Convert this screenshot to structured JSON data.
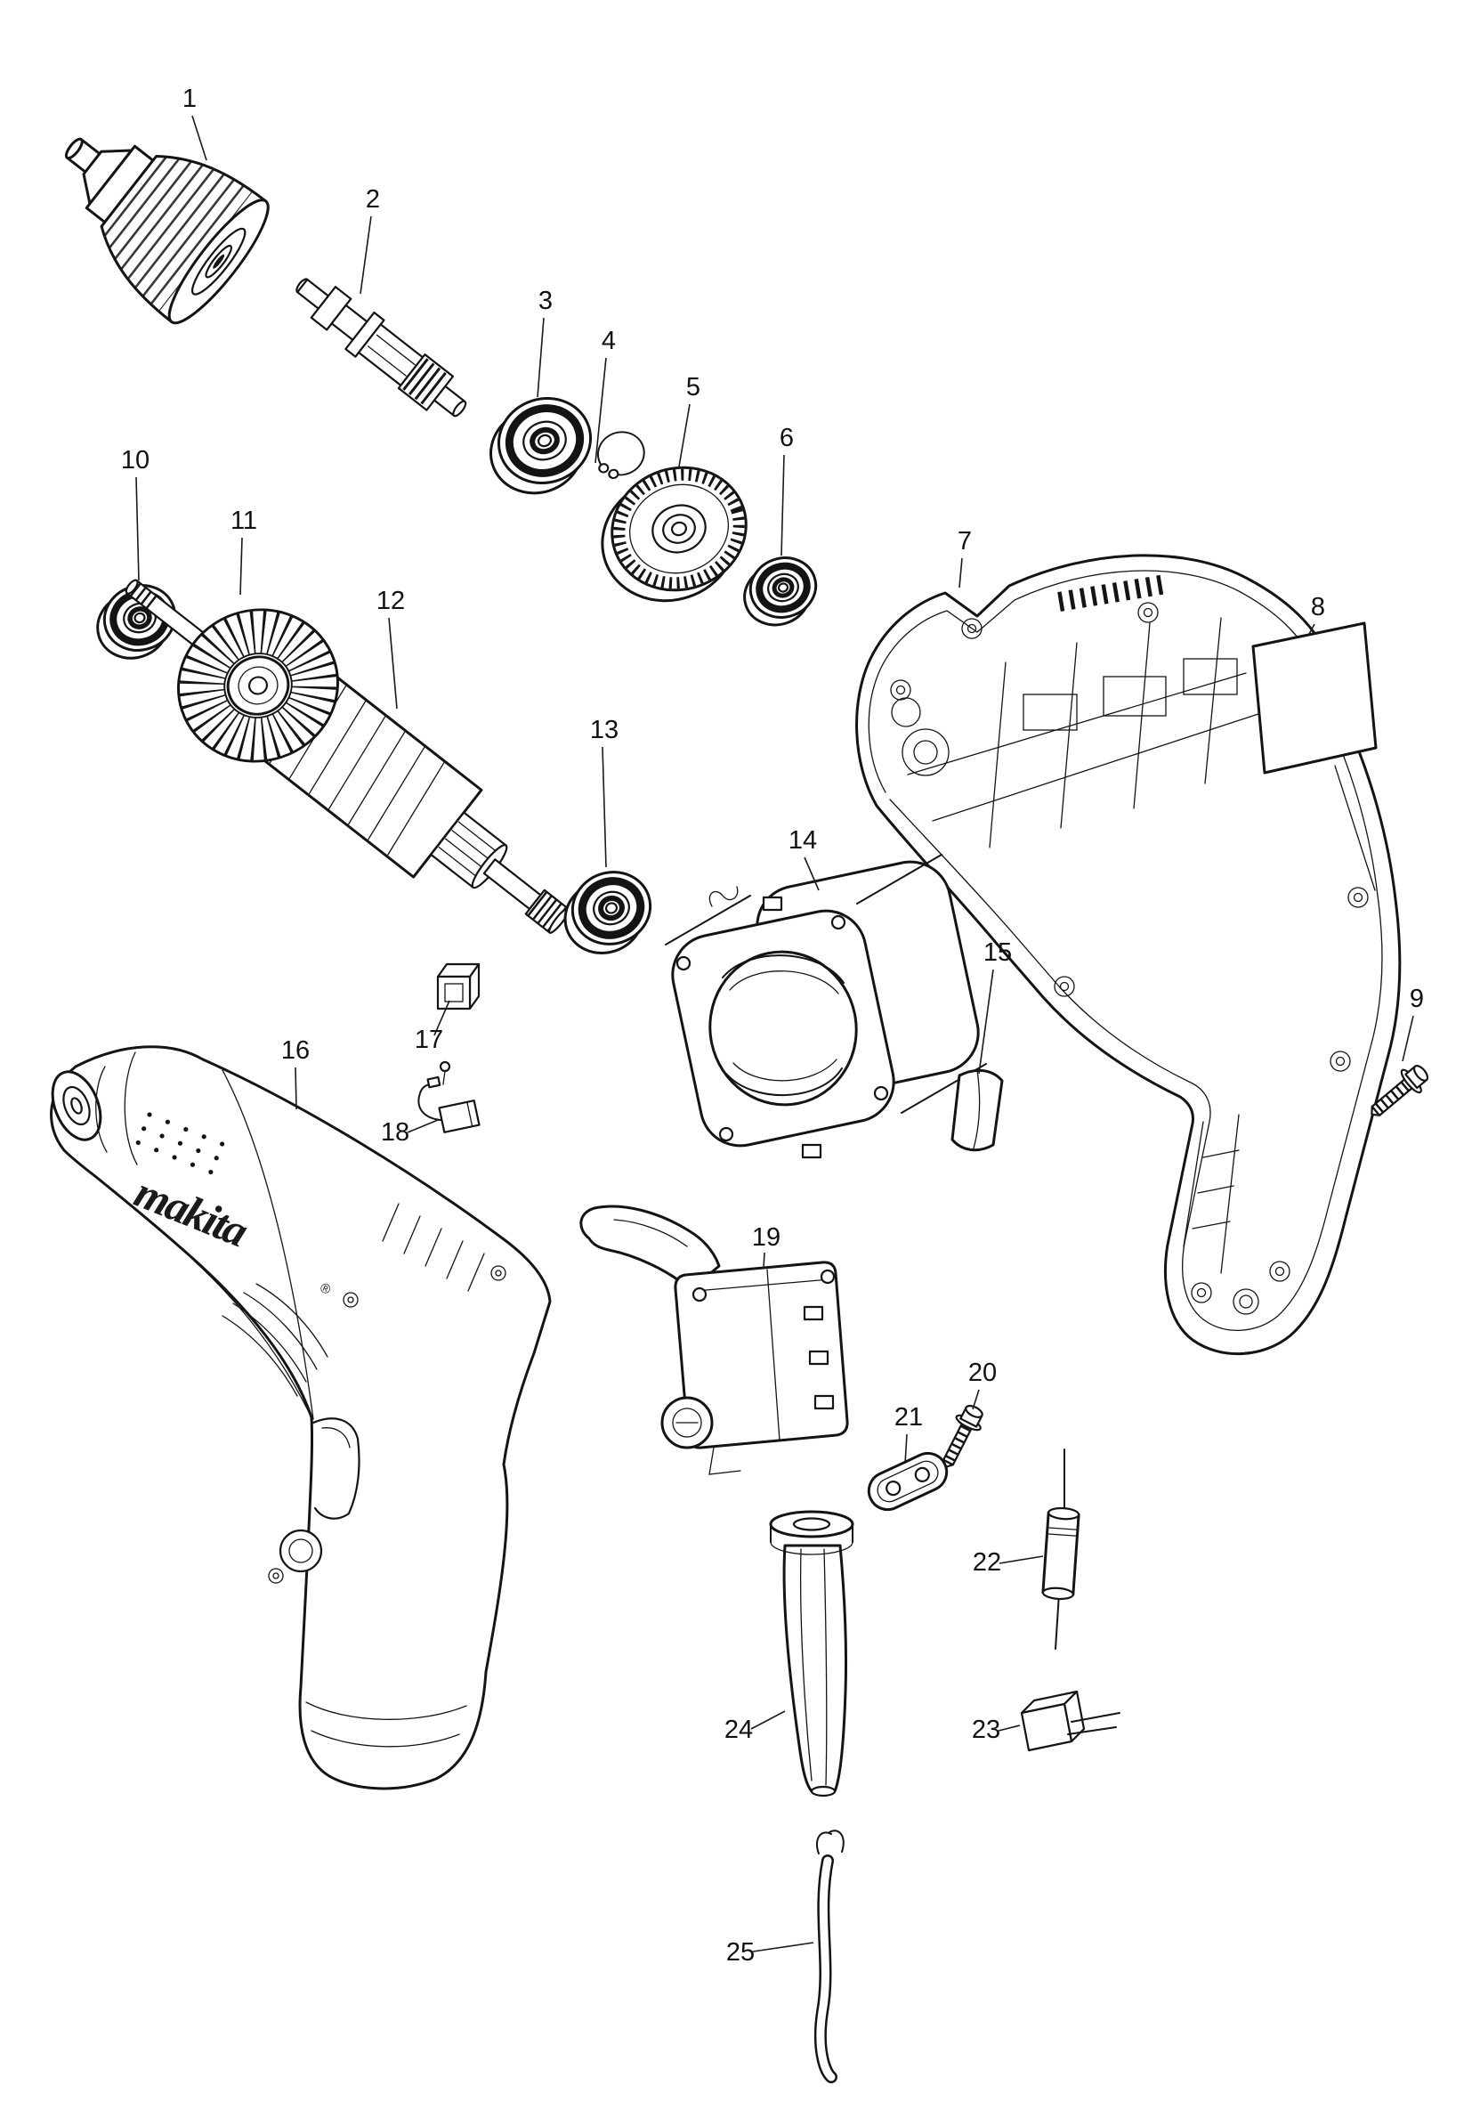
{
  "page": {
    "type": "exploded-parts-diagram",
    "product": "power drill",
    "background": "#ffffff",
    "line_color": "#141414"
  },
  "brand": {
    "logo_text": "makita",
    "registered_mark": "®"
  },
  "diagram": {
    "callouts": [
      {
        "num": "1",
        "part": "drill-chuck"
      },
      {
        "num": "2",
        "part": "spindle"
      },
      {
        "num": "3",
        "part": "ball-bearing"
      },
      {
        "num": "4",
        "part": "retaining-ring"
      },
      {
        "num": "5",
        "part": "gear"
      },
      {
        "num": "6",
        "part": "ball-bearing"
      },
      {
        "num": "7",
        "part": "housing-half-right"
      },
      {
        "num": "8",
        "part": "nameplate-label"
      },
      {
        "num": "9",
        "part": "tapping-screw"
      },
      {
        "num": "10",
        "part": "ball-bearing"
      },
      {
        "num": "11",
        "part": "fan"
      },
      {
        "num": "12",
        "part": "armature"
      },
      {
        "num": "13",
        "part": "ball-bearing"
      },
      {
        "num": "14",
        "part": "field-stator"
      },
      {
        "num": "15",
        "part": "baffle-plate"
      },
      {
        "num": "16",
        "part": "housing-assembly-left"
      },
      {
        "num": "17",
        "part": "brush-holder"
      },
      {
        "num": "18",
        "part": "carbon-brush"
      },
      {
        "num": "19",
        "part": "switch"
      },
      {
        "num": "20",
        "part": "tapping-screw"
      },
      {
        "num": "21",
        "part": "cord-clamp"
      },
      {
        "num": "22",
        "part": "noise-suppressor"
      },
      {
        "num": "23",
        "part": "terminal-block"
      },
      {
        "num": "24",
        "part": "cord-guard"
      },
      {
        "num": "25",
        "part": "power-supply-cord"
      }
    ]
  }
}
